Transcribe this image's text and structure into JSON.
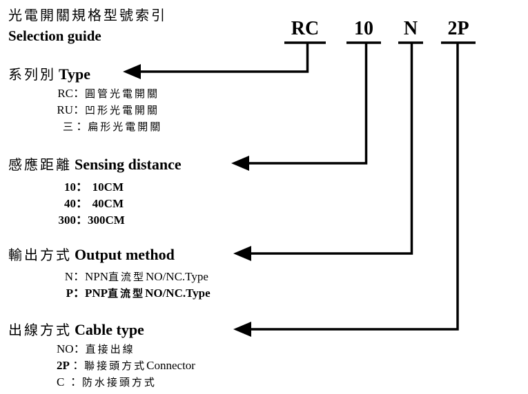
{
  "title": {
    "zh": "光電開關規格型號索引",
    "en": "Selection guide"
  },
  "code": {
    "parts": [
      "RC",
      "10",
      "N",
      "2P"
    ]
  },
  "sections": {
    "type": {
      "zh": "系列別",
      "en": "Type",
      "items": [
        {
          "key": "RC",
          "sep": "：",
          "value": "圓管光電開關"
        },
        {
          "key": "RU",
          "sep": "：",
          "value": "凹形光電開關"
        },
        {
          "key": "三",
          "sep": " ：",
          "value": "扁形光電開關"
        }
      ]
    },
    "distance": {
      "zh": "感應距離",
      "en": "Sensing distance",
      "items": [
        {
          "key": "10",
          "sep": "：",
          "value": "10CM"
        },
        {
          "key": "40",
          "sep": "：",
          "value": "40CM"
        },
        {
          "key": "300",
          "sep": "：",
          "value": "300CM"
        }
      ]
    },
    "output": {
      "zh": "輸出方式",
      "en": "Output method",
      "items": [
        {
          "key": "N",
          "sep": "：",
          "value_a": "NPN",
          "value_zh": "直流型",
          "value_b": "NO/NC.Type"
        },
        {
          "key": "P",
          "sep": "：",
          "value_a": "PNP",
          "value_zh": "直流型",
          "value_b": "NO/NC.Type"
        }
      ]
    },
    "cable": {
      "zh": "出線方式",
      "en": "Cable type",
      "items": [
        {
          "key": "NO",
          "sep": "：",
          "value_zh": "直接出線",
          "value_en": ""
        },
        {
          "key": "2P",
          "sep": " ：",
          "value_zh": "聯接頭方式",
          "value_en": "Connector"
        },
        {
          "key": "C",
          "sep": "  ：",
          "value_zh": "防水接頭方式",
          "value_en": ""
        }
      ]
    }
  },
  "colors": {
    "ink": "#000000",
    "background": "#ffffff"
  }
}
